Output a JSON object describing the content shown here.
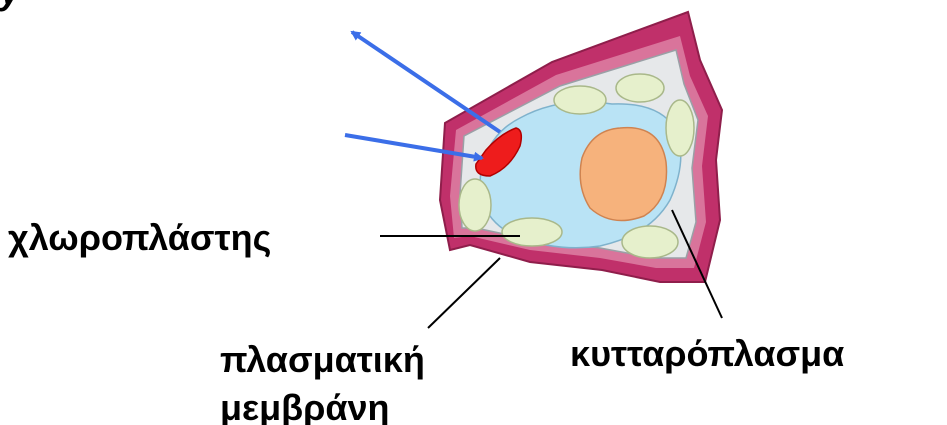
{
  "labels": {
    "top_fragment": "y",
    "chloroplast": "χλωροπλάστης",
    "plasma_membrane_line1": "πλασματική",
    "plasma_membrane_line2": "μεμβράνη",
    "cytoplasm": "κυτταρόπλασμα"
  },
  "colors": {
    "cell_wall": "#c0306a",
    "cell_wall_inner": "#d9749b",
    "cytoplasm": "#e6e8ea",
    "vacuole": "#b9e3f5",
    "nucleus": "#f6b27c",
    "chloroplast": "#e6f0cc",
    "red_organelle": "#ee1c1c",
    "arrow": "#3b6ee8",
    "pointer_line": "#000000"
  }
}
